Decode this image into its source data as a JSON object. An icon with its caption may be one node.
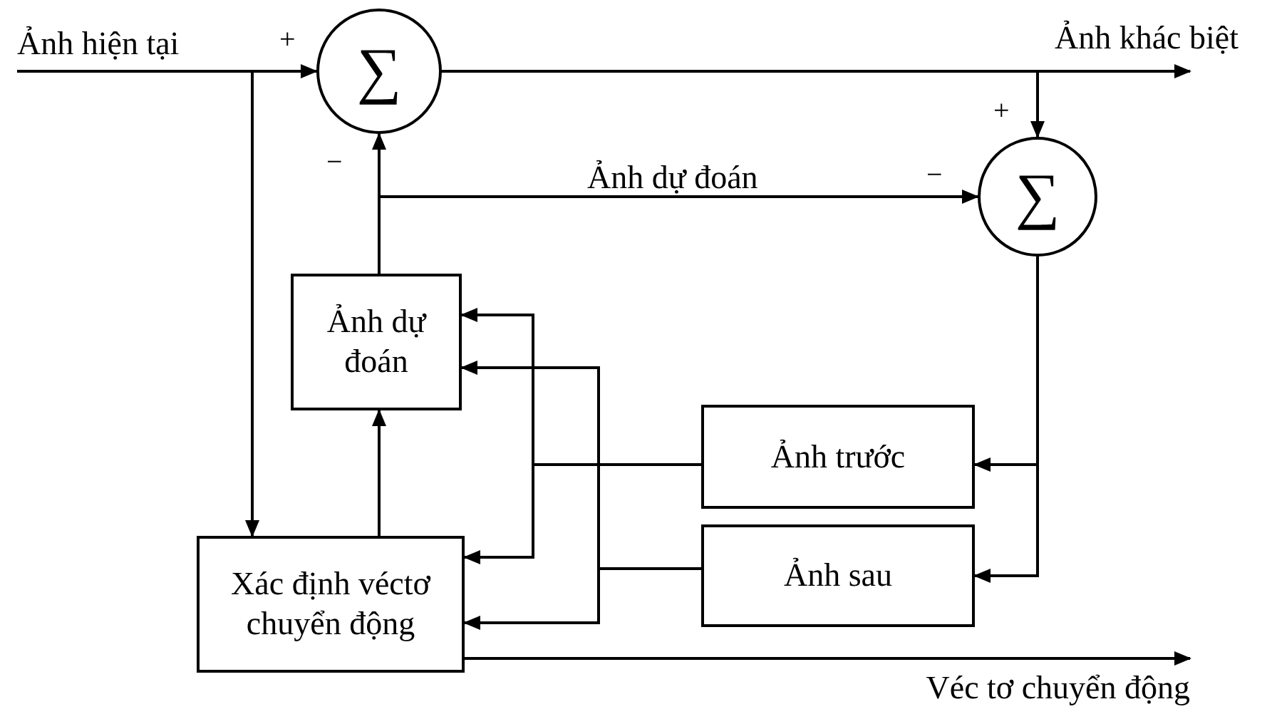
{
  "diagram": {
    "nodes": [
      {
        "text": [
          "∑"
        ]
      },
      {
        "text": [
          "∑"
        ]
      },
      {
        "text": [
          "Ảnh dự đoán"
        ]
      },
      {
        "text": [
          "Xác định véctơ chuyển động"
        ]
      },
      {
        "text": [
          "Ảnh trước"
        ]
      },
      {
        "text": [
          "Ảnh sau"
        ]
      }
    ],
    "edges": [
      {
        "from": null,
        "to": 0,
        "arrow": "to",
        "label": "Ảnh hiện tại"
      },
      {
        "from": null,
        "to": 3,
        "arrow": "to"
      },
      {
        "from": 0,
        "to": null,
        "arrow": "to",
        "label": "Ảnh khác biệt"
      },
      {
        "from": 0,
        "to": 1,
        "arrow": "to"
      },
      {
        "from": 2,
        "to": 0,
        "arrow": "to"
      },
      {
        "from": 2,
        "to": 1,
        "arrow": "to",
        "label": "Ảnh dự đoán"
      },
      {
        "from": 3,
        "to": 2,
        "arrow": "to"
      },
      {
        "from": 1,
        "to": 4,
        "arrow": "to"
      },
      {
        "from": 1,
        "to": 5,
        "arrow": "to"
      },
      {
        "from": 4,
        "to": 2,
        "arrow": "to"
      },
      {
        "from": 4,
        "to": 3,
        "arrow": "to"
      },
      {
        "from": 5,
        "to": 2,
        "arrow": "to"
      },
      {
        "from": 5,
        "to": 3,
        "arrow": "to"
      },
      {
        "from": 3,
        "to": null,
        "arrow": "to",
        "label": "Véc tơ chuyển động"
      }
    ],
    "labels": [
      "+",
      "−",
      "+",
      "−"
    ]
  }
}
